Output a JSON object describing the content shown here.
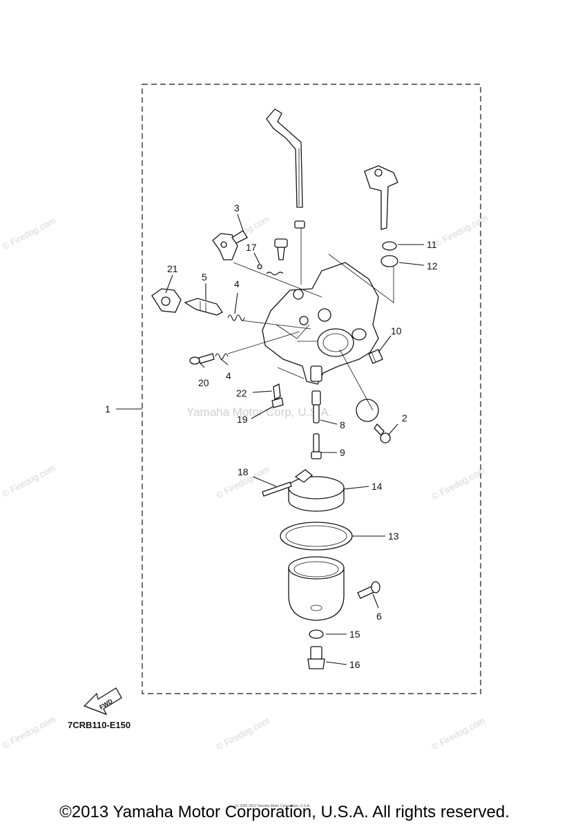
{
  "diagram": {
    "callouts": [
      {
        "id": "1",
        "text": "1"
      },
      {
        "id": "2",
        "text": "2"
      },
      {
        "id": "3",
        "text": "3"
      },
      {
        "id": "4a",
        "text": "4"
      },
      {
        "id": "4b",
        "text": "4"
      },
      {
        "id": "5",
        "text": "5"
      },
      {
        "id": "6",
        "text": "6"
      },
      {
        "id": "8",
        "text": "8"
      },
      {
        "id": "9",
        "text": "9"
      },
      {
        "id": "10",
        "text": "10"
      },
      {
        "id": "11",
        "text": "11"
      },
      {
        "id": "12",
        "text": "12"
      },
      {
        "id": "13",
        "text": "13"
      },
      {
        "id": "14",
        "text": "14"
      },
      {
        "id": "15",
        "text": "15"
      },
      {
        "id": "16",
        "text": "16"
      },
      {
        "id": "17",
        "text": "17"
      },
      {
        "id": "18",
        "text": "18"
      },
      {
        "id": "19",
        "text": "19"
      },
      {
        "id": "20",
        "text": "20"
      },
      {
        "id": "21",
        "text": "21"
      },
      {
        "id": "22",
        "text": "22"
      }
    ],
    "diagram_code": "7CRB110-E150",
    "fwd_label": "FWD",
    "center_watermark": "Yamaha Motor Corp, U.S.A.",
    "watermark_text": "© Firedog.com",
    "tiny_footer": "(c) 2006 2016 Yamaha Motor Corporation, U.S.A."
  },
  "footer": {
    "copyright": "©2013 Yamaha Motor Corporation, U.S.A. All rights reserved."
  },
  "colors": {
    "line": "#111111",
    "watermark": "#d6d6d6"
  }
}
